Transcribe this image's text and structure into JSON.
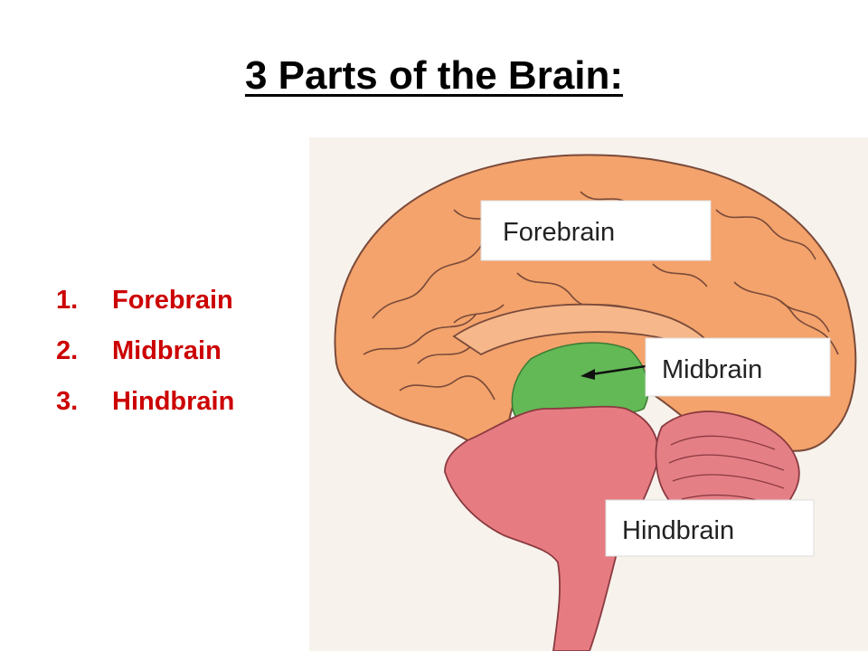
{
  "slide": {
    "title": "3 Parts of the Brain:",
    "list": [
      {
        "number": "1.",
        "label": "Forebrain"
      },
      {
        "number": "2.",
        "label": "Midbrain"
      },
      {
        "number": "3.",
        "label": "Hindbrain"
      }
    ]
  },
  "figure": {
    "labels": {
      "forebrain": "Forebrain",
      "midbrain": "Midbrain",
      "hindbrain": "Hindbrain"
    }
  },
  "colors": {
    "title_text": "#000000",
    "list_text": "#cc0000",
    "forebrain": "#f3a36b",
    "midbrain": "#62b955",
    "hindbrain": "#e67c82",
    "cerebellum": "#e57f86",
    "outline": "#7a4a3a",
    "label_box": "#ffffff"
  }
}
